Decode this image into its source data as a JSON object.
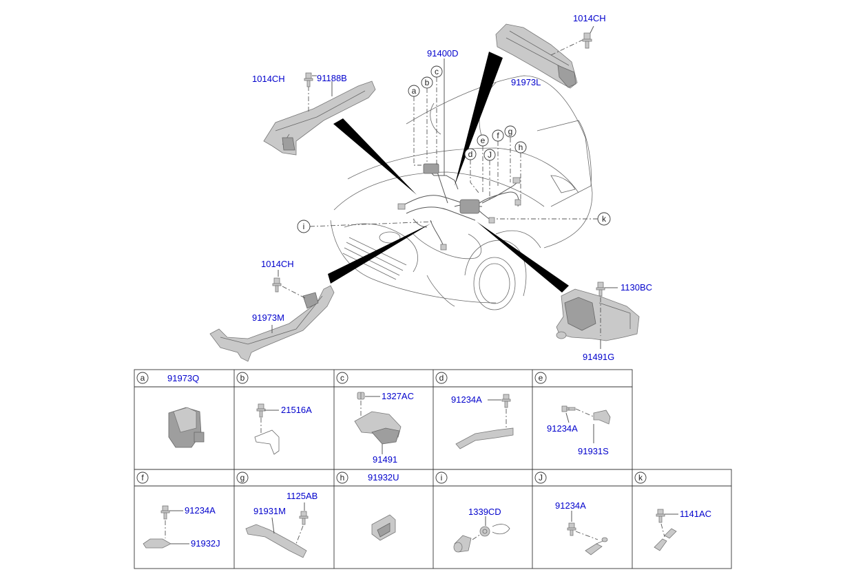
{
  "callouts": {
    "a": "a",
    "b": "b",
    "c": "c",
    "d": "d",
    "e": "e",
    "f": "f",
    "g": "g",
    "h": "h",
    "i": "i",
    "j": "J",
    "k": "k"
  },
  "labels": {
    "l_1014CH_top": "1014CH",
    "l_91973L": "91973L",
    "l_91400D": "91400D",
    "l_1014CH_left": "1014CH",
    "l_91188B": "91188B",
    "l_1014CH_low": "1014CH",
    "l_91973M": "91973M",
    "l_1130BC": "1130BC",
    "l_91491G": "91491G"
  },
  "table": {
    "row1": [
      {
        "letter": "a",
        "header_part": "91973Q",
        "parts": []
      },
      {
        "letter": "b",
        "header_part": "",
        "parts": [
          "21516A"
        ]
      },
      {
        "letter": "c",
        "header_part": "",
        "parts": [
          "1327AC",
          "91491"
        ]
      },
      {
        "letter": "d",
        "header_part": "",
        "parts": [
          "91234A"
        ]
      },
      {
        "letter": "e",
        "header_part": "",
        "parts": [
          "91234A",
          "91931S"
        ]
      }
    ],
    "row2": [
      {
        "letter": "f",
        "header_part": "",
        "parts": [
          "91234A",
          "91932J"
        ]
      },
      {
        "letter": "g",
        "header_part": "",
        "parts": [
          "1125AB",
          "91931M"
        ]
      },
      {
        "letter": "h",
        "header_part": "91932U",
        "parts": []
      },
      {
        "letter": "i",
        "header_part": "",
        "parts": [
          "1339CD"
        ]
      },
      {
        "letter": "J",
        "header_part": "",
        "parts": [
          "91234A"
        ]
      },
      {
        "letter": "k",
        "header_part": "",
        "parts": [
          "1141AC"
        ]
      }
    ]
  }
}
